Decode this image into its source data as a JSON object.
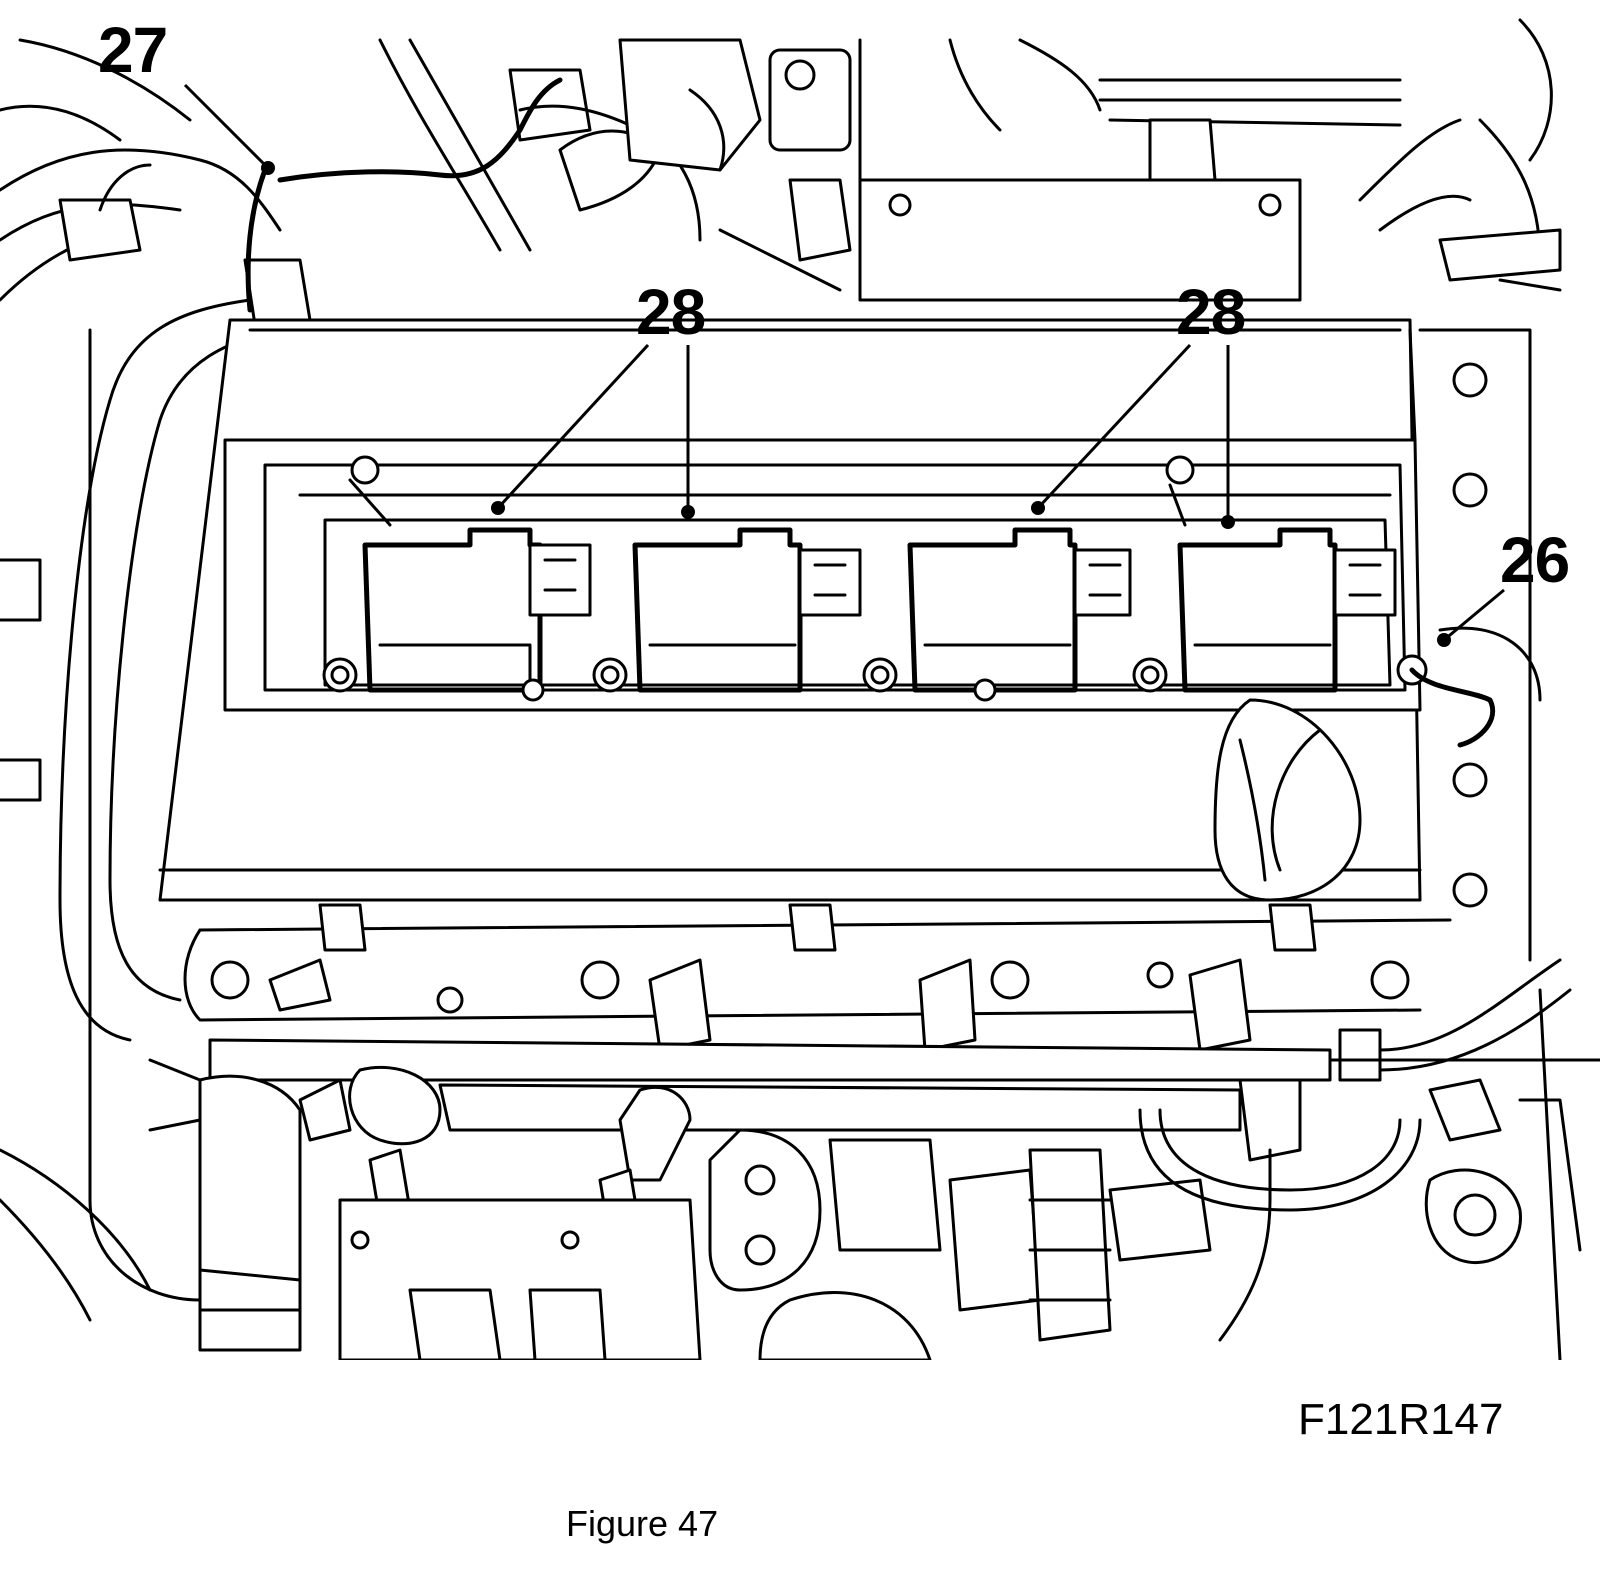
{
  "figure": {
    "caption": "Figure 47",
    "drawing_code": "F121R147"
  },
  "callouts": [
    {
      "id": "callout-27",
      "text": "27"
    },
    {
      "id": "callout-28-left",
      "text": "28"
    },
    {
      "id": "callout-28-right",
      "text": "28"
    },
    {
      "id": "callout-26",
      "text": "26"
    }
  ]
}
